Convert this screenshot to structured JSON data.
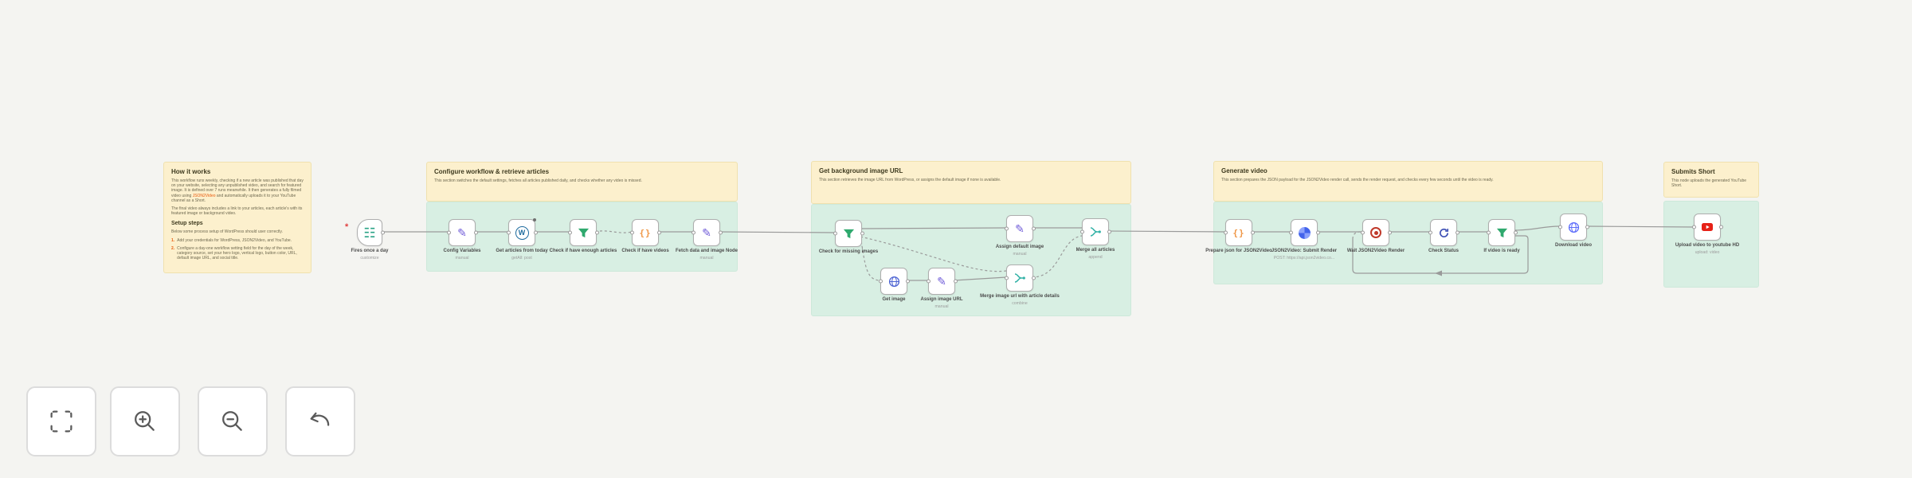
{
  "colors": {
    "canvas_bg": "#f4f4f1",
    "sticky_yellow": "#fcf0cd",
    "sticky_green": "#d8efe3",
    "link_orange": "#e8590c",
    "connection_gray": "#9a9a9a",
    "youtube_red": "#e62117"
  },
  "notes": {
    "how_it_works": {
      "title": "How it works",
      "p1a": "This workflow runs weekly, checking if a new article was published that day on your website, selecting any unpublished video, and search for featured image. It is defined over 7 runs meanwhile. It then generates a fully filmed video using ",
      "p1_link": "JSON2Video",
      "p1b": " and automatically uploads it to your YouTube channel as a Short.",
      "p2": "The final video always includes a link to your articles, each article's with its featured image or background video.",
      "setup_title": "Setup steps",
      "p3": "Below some process setup of WordPress should user correctly.",
      "bullets": [
        {
          "num": "1.",
          "text": "Add your credentials for WordPress, JSON2Video, and YouTube."
        },
        {
          "num": "2.",
          "text": "Configure a day-one workflow setting field for the day of the week, category source, set your hero logo, vertical logo, button color, URL, default image URL, and social title."
        }
      ]
    }
  },
  "sections": [
    {
      "title": "Configure workflow & retrieve articles",
      "desc": "This section switches the default settings, fetches all articles published daily, and checks whether any video is missed."
    },
    {
      "title": "Get background image URL",
      "desc": "This section retrieves the image URL from WordPress, or assigns the default image if none is available."
    },
    {
      "title": "Generate video",
      "desc": "This section prepares the JSON payload for the JSON2Video render call, sends the render request, and checks every few seconds until the video is ready."
    },
    {
      "title": "Submits Short",
      "desc": "This node uploads the generated YouTube Short."
    }
  ],
  "nodes": {
    "trigger": {
      "label": "Fires once a day",
      "sub": "customize"
    },
    "config_variables": {
      "label": "Config Variables",
      "sub": "manual"
    },
    "get_articles": {
      "label": "Get articles from today",
      "sub": "getAll: post"
    },
    "check_enough": {
      "label": "Check if have enough articles"
    },
    "check_videos": {
      "label": "Check if have videos"
    },
    "fetch_data": {
      "label": "Fetch data and image Node",
      "sub": "manual"
    },
    "check_missing": {
      "label": "Check for missing images"
    },
    "get_image": {
      "label": "Get image"
    },
    "assign_image_url": {
      "label": "Assign image URL",
      "sub": "manual"
    },
    "merge_image": {
      "label": "Merge image url with article details",
      "sub": "combine"
    },
    "assign_default": {
      "label": "Assign default image",
      "sub": "manual"
    },
    "merge_all": {
      "label": "Merge all articles",
      "sub": "append"
    },
    "prepare_json": {
      "label": "Prepare json for JSON2Video"
    },
    "submit_render": {
      "label": "JSON2Video: Submit Render",
      "sub": "POST: https://api.json2video.co..."
    },
    "wait_render": {
      "label": "Wait JSON2Video Render"
    },
    "check_status": {
      "label": "Check Status"
    },
    "if_ready": {
      "label": "If video is ready"
    },
    "download_video": {
      "label": "Download video"
    },
    "upload_youtube": {
      "label": "Upload video to youtube HD",
      "sub": "upload: video"
    }
  },
  "controls": {
    "icons": [
      "fit-view",
      "zoom-in",
      "zoom-out",
      "undo"
    ]
  }
}
